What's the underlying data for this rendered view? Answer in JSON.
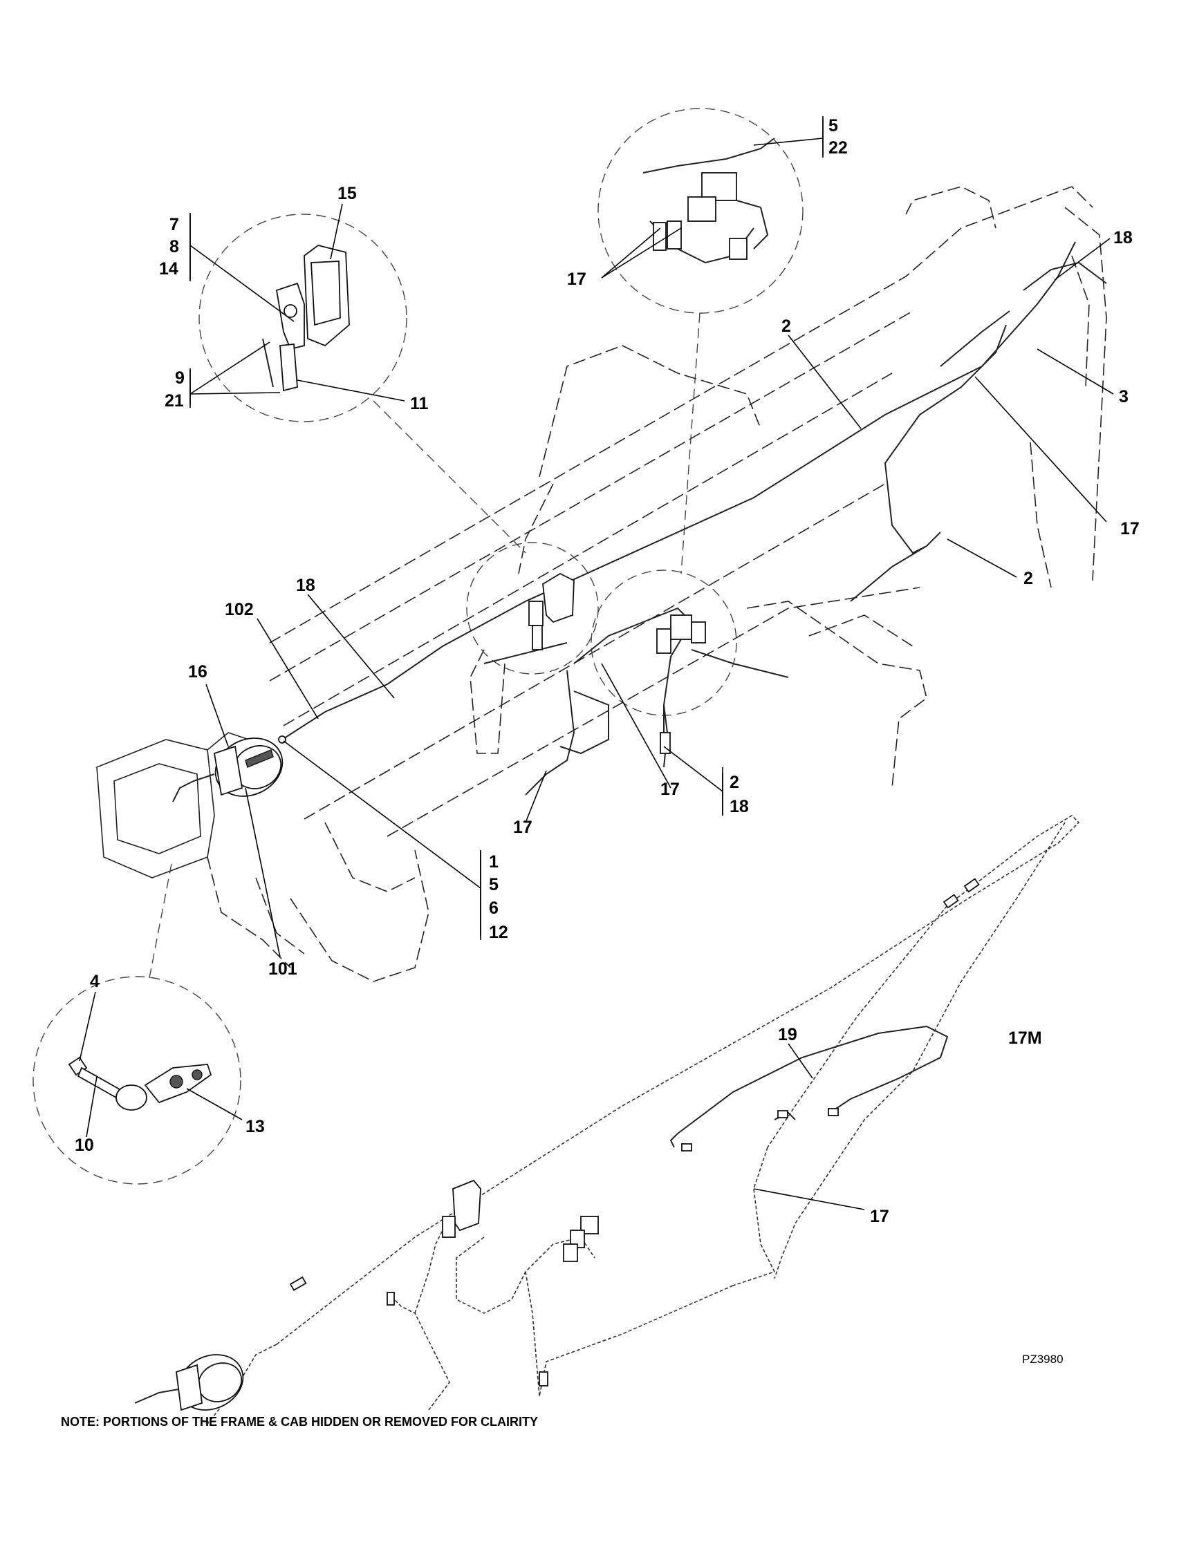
{
  "drawing": {
    "code": "PZ3980",
    "note": "NOTE: PORTIONS OF THE FRAME & CAB HIDDEN OR REMOVED FOR CLAIRITY",
    "view_label": "17M"
  },
  "callouts": {
    "c_5_22": [
      "5",
      "22"
    ],
    "c_17_top": "17",
    "c_15": "15",
    "c_7_8_14": [
      "7",
      "8",
      "14"
    ],
    "c_9_21": [
      "9",
      "21"
    ],
    "c_11": "11",
    "c_18_right": "18",
    "c_2_top": "2",
    "c_3": "3",
    "c_17_right": "17",
    "c_2_right": "2",
    "c_102": "102",
    "c_18_mid": "18",
    "c_16": "16",
    "c_17_mid": "17",
    "c_2_18": [
      "2",
      "18"
    ],
    "c_17_left": "17",
    "c_1_5_6_12": [
      "1",
      "5",
      "6",
      "12"
    ],
    "c_101": "101",
    "c_4": "4",
    "c_13": "13",
    "c_10": "10",
    "c_19": "19",
    "c_17_bottom": "17"
  },
  "icons": {
    "work_light": "work-light-icon",
    "beacon_lamp": "beacon-lamp-icon",
    "relay_module": "relay-module-icon",
    "ground_strap": "ground-strap-icon",
    "connector": "connector-icon"
  }
}
